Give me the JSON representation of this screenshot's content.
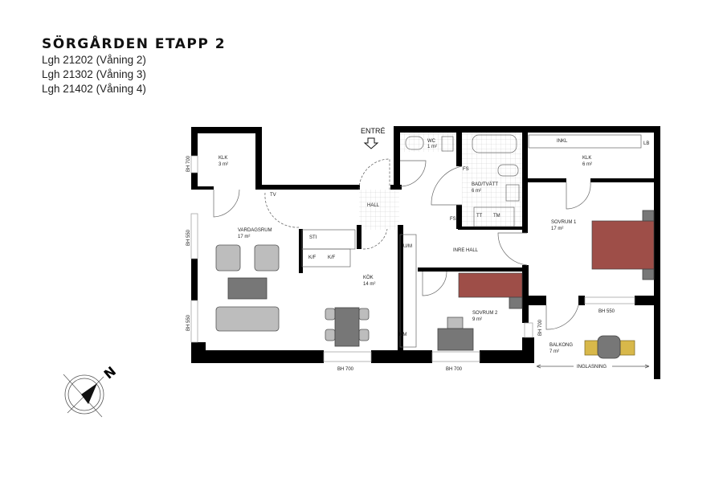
{
  "header": {
    "title": "SÖRGÅRDEN ETAPP 2",
    "apartments": [
      "Lgh 21202 (Våning 2)",
      "Lgh 21302 (Våning 3)",
      "Lgh 21402 (Våning 4)"
    ]
  },
  "plan": {
    "entrance": "ENTRÉ",
    "rooms": {
      "klk_left": {
        "name": "KLK",
        "area": "3 m²"
      },
      "vardagsrum": {
        "name": "VARDAGSRUM",
        "area": "17 m²"
      },
      "hall": {
        "name": "HALL"
      },
      "kok": {
        "name": "KÖK",
        "area": "14 m²"
      },
      "wc": {
        "name": "WC",
        "area": "1 m²"
      },
      "bad": {
        "name": "BAD/TVÄTT",
        "area": "6 m²"
      },
      "klk_right": {
        "name": "KLK",
        "area": "6 m²"
      },
      "sovrum1": {
        "name": "SOVRUM 1",
        "area": "17 m²"
      },
      "inre_hall": {
        "name": "INRE HALL"
      },
      "sovrum2": {
        "name": "SOVRUM 2",
        "area": "9 m²"
      },
      "balkong": {
        "name": "BALKONG",
        "area": "7 m²"
      }
    },
    "fixtures": {
      "sti": "STI",
      "kf1": "K/F",
      "kf2": "K/F",
      "um": "U/M",
      "dm": "DM",
      "fs1": "FS",
      "fs2": "FS",
      "tt": "TT",
      "tm": "TM",
      "lb": "LB",
      "tv": "TV",
      "skapsdorr": "INKL"
    },
    "windows": {
      "bh700_left": "BH 700",
      "bh550_left1": "BH 550",
      "bh550_left2": "BH 550",
      "bh700_bottom1": "BH 700",
      "bh700_bottom2": "BH 700",
      "bh550_sovrum1": "BH 550",
      "bh700_balkong": "BH 700"
    },
    "inglasning": "INGLASNING",
    "compass": "N",
    "colors": {
      "bed": "#9e4e48",
      "walls": "#000000",
      "furniture": "#bdbdbd",
      "chairs": "#d8b84a"
    }
  }
}
